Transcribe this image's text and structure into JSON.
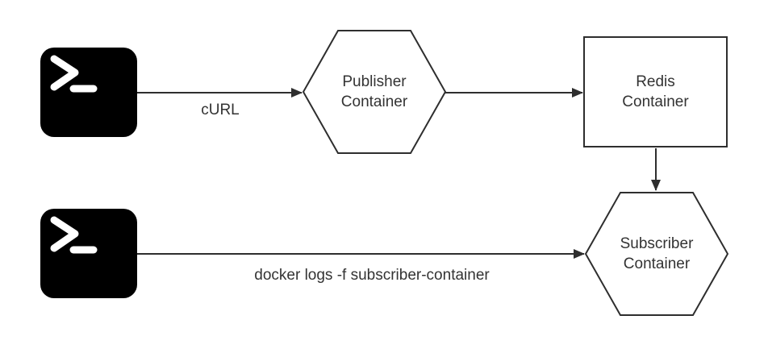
{
  "colors": {
    "background": "#ffffff",
    "stroke": "#2e2e2e",
    "text": "#333333",
    "terminal_fill": "#000000",
    "terminal_glyph": "#ffffff"
  },
  "nodes": {
    "terminal_top": {
      "icon": "terminal-icon"
    },
    "publisher": {
      "shape": "hexagon",
      "label": "Publisher\nContainer"
    },
    "redis": {
      "shape": "rectangle",
      "label": "Redis\nContainer"
    },
    "terminal_bottom": {
      "icon": "terminal-icon"
    },
    "subscriber": {
      "shape": "hexagon",
      "label": "Subscriber\nContainer"
    }
  },
  "edges": {
    "curl": {
      "from": "terminal_top",
      "to": "publisher",
      "label": "cURL"
    },
    "publisher_to_redis": {
      "from": "publisher",
      "to": "redis",
      "label": ""
    },
    "redis_to_subscriber": {
      "from": "redis",
      "to": "subscriber",
      "label": ""
    },
    "docker_logs": {
      "from": "terminal_bottom",
      "to": "subscriber",
      "label": "docker logs -f subscriber-container"
    }
  }
}
